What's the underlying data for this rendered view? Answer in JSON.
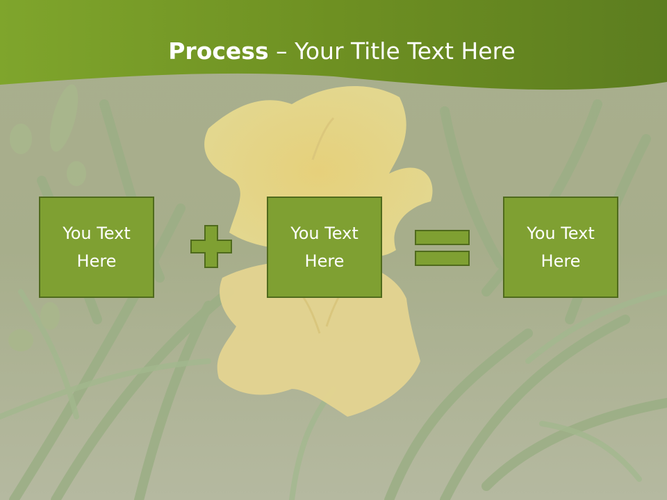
{
  "title": {
    "bold": "Process",
    "separator": "–",
    "rest": "Your Title Text Here"
  },
  "boxes": [
    {
      "label": "You Text Here"
    },
    {
      "label": "You Text Here"
    },
    {
      "label": "You Text Here"
    }
  ],
  "operators": {
    "first": "plus-icon",
    "second": "equals-icon"
  },
  "colors": {
    "header_green": "#6f9a23",
    "box_fill": "#7fa032",
    "box_border": "#4f6a1c",
    "title_text": "#ffffff"
  }
}
